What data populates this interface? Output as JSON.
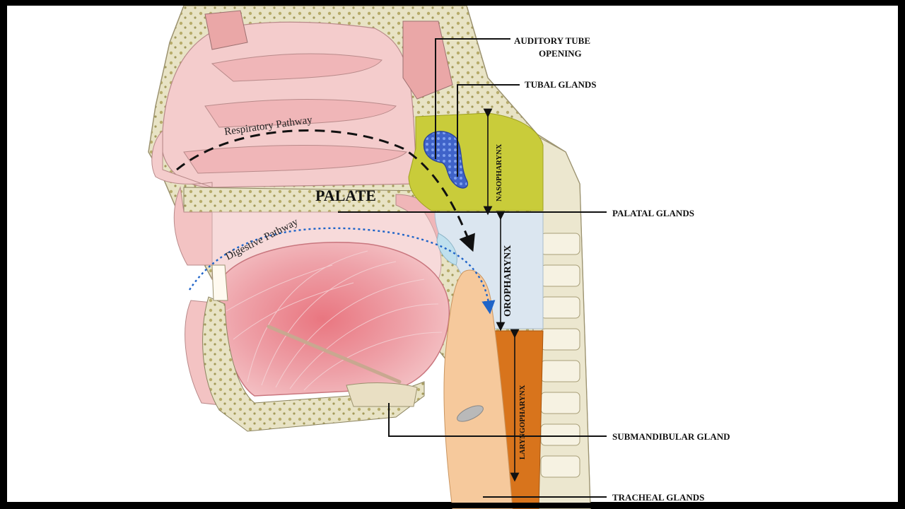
{
  "labels": {
    "auditory_tube_line1": "AUDITORY TUBE",
    "auditory_tube_line2": "OPENING",
    "tubal_glands": "TUBAL GLANDS",
    "palate": "PALATE",
    "palatal_glands": "PALATAL GLANDS",
    "submandibular_gland": "SUBMANDIBULAR GLAND",
    "tracheal_glands": "TRACHEAL GLANDS",
    "respiratory_pathway": "Respiratory Pathway",
    "digestive_pathway": "Digestive Pathway",
    "nasopharynx": "NASOPHARYNX",
    "oropharynx": "OROPHARYNX",
    "laryngopharynx": "LARYNGOPHARYNX"
  },
  "colors": {
    "frame": "#000000",
    "background": "#ffffff",
    "nasopharynx": "#c9cc3a",
    "oropharynx": "#dbe6f0",
    "laryngopharynx": "#d8741c",
    "tongue": "#e89aa2",
    "soft_tissue": "#f3c9c9",
    "bone": "#e9e3c8",
    "tubal_glands": "#3f63c9",
    "larynx": "#f6c99c",
    "digestive_arrow": "#1f64c8"
  }
}
